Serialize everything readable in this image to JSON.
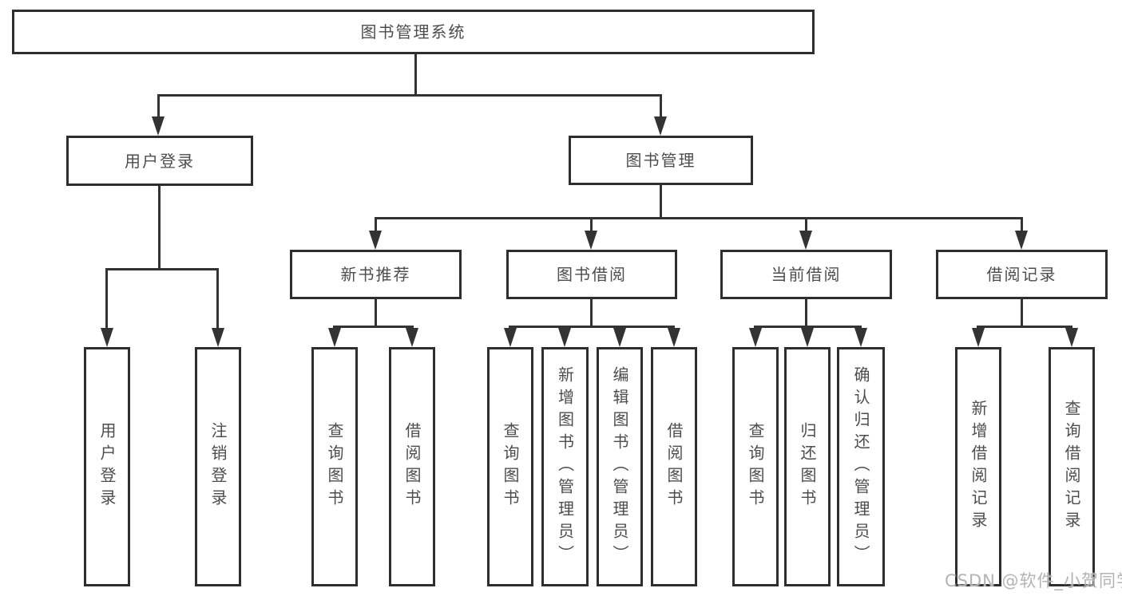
{
  "diagram": {
    "type": "tree",
    "tree": {
      "label": "图书管理系统",
      "children": [
        {
          "label": "用户登录",
          "children": [
            {
              "label": "用户登录"
            },
            {
              "label": "注销登录"
            }
          ]
        },
        {
          "label": "图书管理",
          "children": [
            {
              "label": "新书推荐",
              "children": [
                {
                  "label": "查询图书"
                },
                {
                  "label": "借阅图书"
                }
              ]
            },
            {
              "label": "图书借阅",
              "children": [
                {
                  "label": "查询图书"
                },
                {
                  "label": "新增图书（管理员）"
                },
                {
                  "label": "编辑图书（管理员）"
                },
                {
                  "label": "借阅图书"
                }
              ]
            },
            {
              "label": "当前借阅",
              "children": [
                {
                  "label": "查询图书"
                },
                {
                  "label": "归还图书"
                },
                {
                  "label": "确认归还（管理员）"
                }
              ]
            },
            {
              "label": "借阅记录",
              "children": [
                {
                  "label": "新增借阅记录"
                },
                {
                  "label": "查询借阅记录"
                }
              ]
            }
          ]
        }
      ]
    }
  },
  "watermark": {
    "text": "CSDN @软件_小贺同学",
    "color": "#b3b3b3"
  },
  "colors": {
    "background": "#ffffff",
    "line": "#333333",
    "box_border": "#2e2e2e",
    "text": "#4d4d4d",
    "watermark": "#b3b3b3"
  }
}
